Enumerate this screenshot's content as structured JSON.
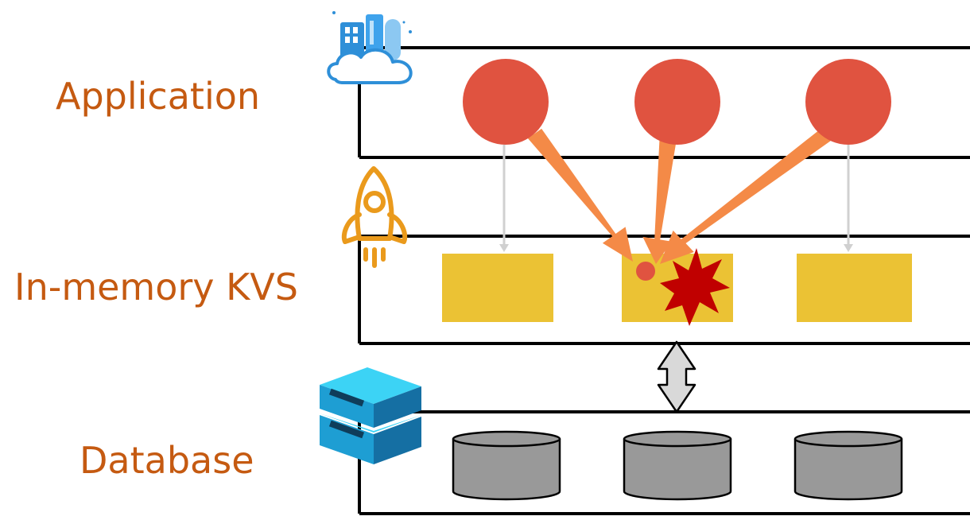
{
  "labels": {
    "application": "Application",
    "kvs": "In-memory KVS",
    "database": "Database"
  },
  "colors": {
    "label_text": "#C55A11",
    "client_node": "#E05340",
    "kv_item": "#EBC234",
    "hot_arrow": "#F48A47",
    "normal_arrow": "#D0D0D0",
    "burst": "#C00000",
    "db_cylinder": "#999999",
    "sync_arrow": "#D9D9D9",
    "layer_line": "#000000"
  },
  "icons": {
    "application": "cloud-buildings-icon",
    "kvs": "rocket-icon",
    "database": "server-stack-icon"
  }
}
